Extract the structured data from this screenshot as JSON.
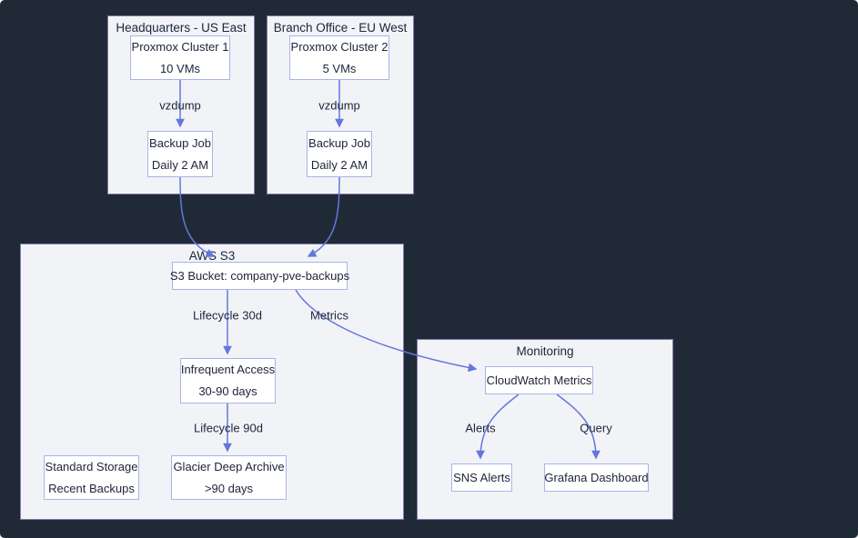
{
  "colors": {
    "background": "#202a37",
    "cluster_fill": "#f2f3f7",
    "cluster_border": "#8878ac",
    "node_fill": "#ffffff",
    "node_border": "#a9b4e8",
    "edge": "#6377dd",
    "text": "#20263c"
  },
  "clusters": {
    "hq": {
      "title": "Headquarters - US East"
    },
    "branch": {
      "title": "Branch Office - EU West"
    },
    "aws": {
      "title": "AWS S3"
    },
    "monitoring": {
      "title": "Monitoring"
    }
  },
  "nodes": {
    "pve1": {
      "line1": "Proxmox Cluster 1",
      "line2": "10 VMs"
    },
    "pve2": {
      "line1": "Proxmox Cluster 2",
      "line2": "5 VMs"
    },
    "backup1": {
      "line1": "Backup Job",
      "line2": "Daily 2 AM"
    },
    "backup2": {
      "line1": "Backup Job",
      "line2": "Daily 2 AM"
    },
    "s3": {
      "line1": "S3 Bucket: company-pve-backups"
    },
    "ia": {
      "line1": "Infrequent Access",
      "line2": "30-90 days"
    },
    "glacier": {
      "line1": "Glacier Deep Archive",
      "line2": ">90 days"
    },
    "standard": {
      "line1": "Standard Storage",
      "line2": "Recent Backups"
    },
    "cloudwatch": {
      "line1": "CloudWatch Metrics"
    },
    "sns": {
      "line1": "SNS Alerts"
    },
    "grafana": {
      "line1": "Grafana Dashboard"
    }
  },
  "edges": [
    {
      "from": "Proxmox Cluster 1",
      "to": "Backup Job (HQ)",
      "label": "vzdump"
    },
    {
      "from": "Proxmox Cluster 2",
      "to": "Backup Job (Branch)",
      "label": "vzdump"
    },
    {
      "from": "Backup Job (HQ)",
      "to": "S3 Bucket",
      "label": ""
    },
    {
      "from": "Backup Job (Branch)",
      "to": "S3 Bucket",
      "label": ""
    },
    {
      "from": "S3 Bucket",
      "to": "Infrequent Access",
      "label": "Lifecycle 30d"
    },
    {
      "from": "Infrequent Access",
      "to": "Glacier Deep Archive",
      "label": "Lifecycle 90d"
    },
    {
      "from": "S3 Bucket",
      "to": "CloudWatch Metrics",
      "label": "Metrics"
    },
    {
      "from": "CloudWatch Metrics",
      "to": "SNS Alerts",
      "label": "Alerts"
    },
    {
      "from": "CloudWatch Metrics",
      "to": "Grafana Dashboard",
      "label": "Query"
    }
  ]
}
